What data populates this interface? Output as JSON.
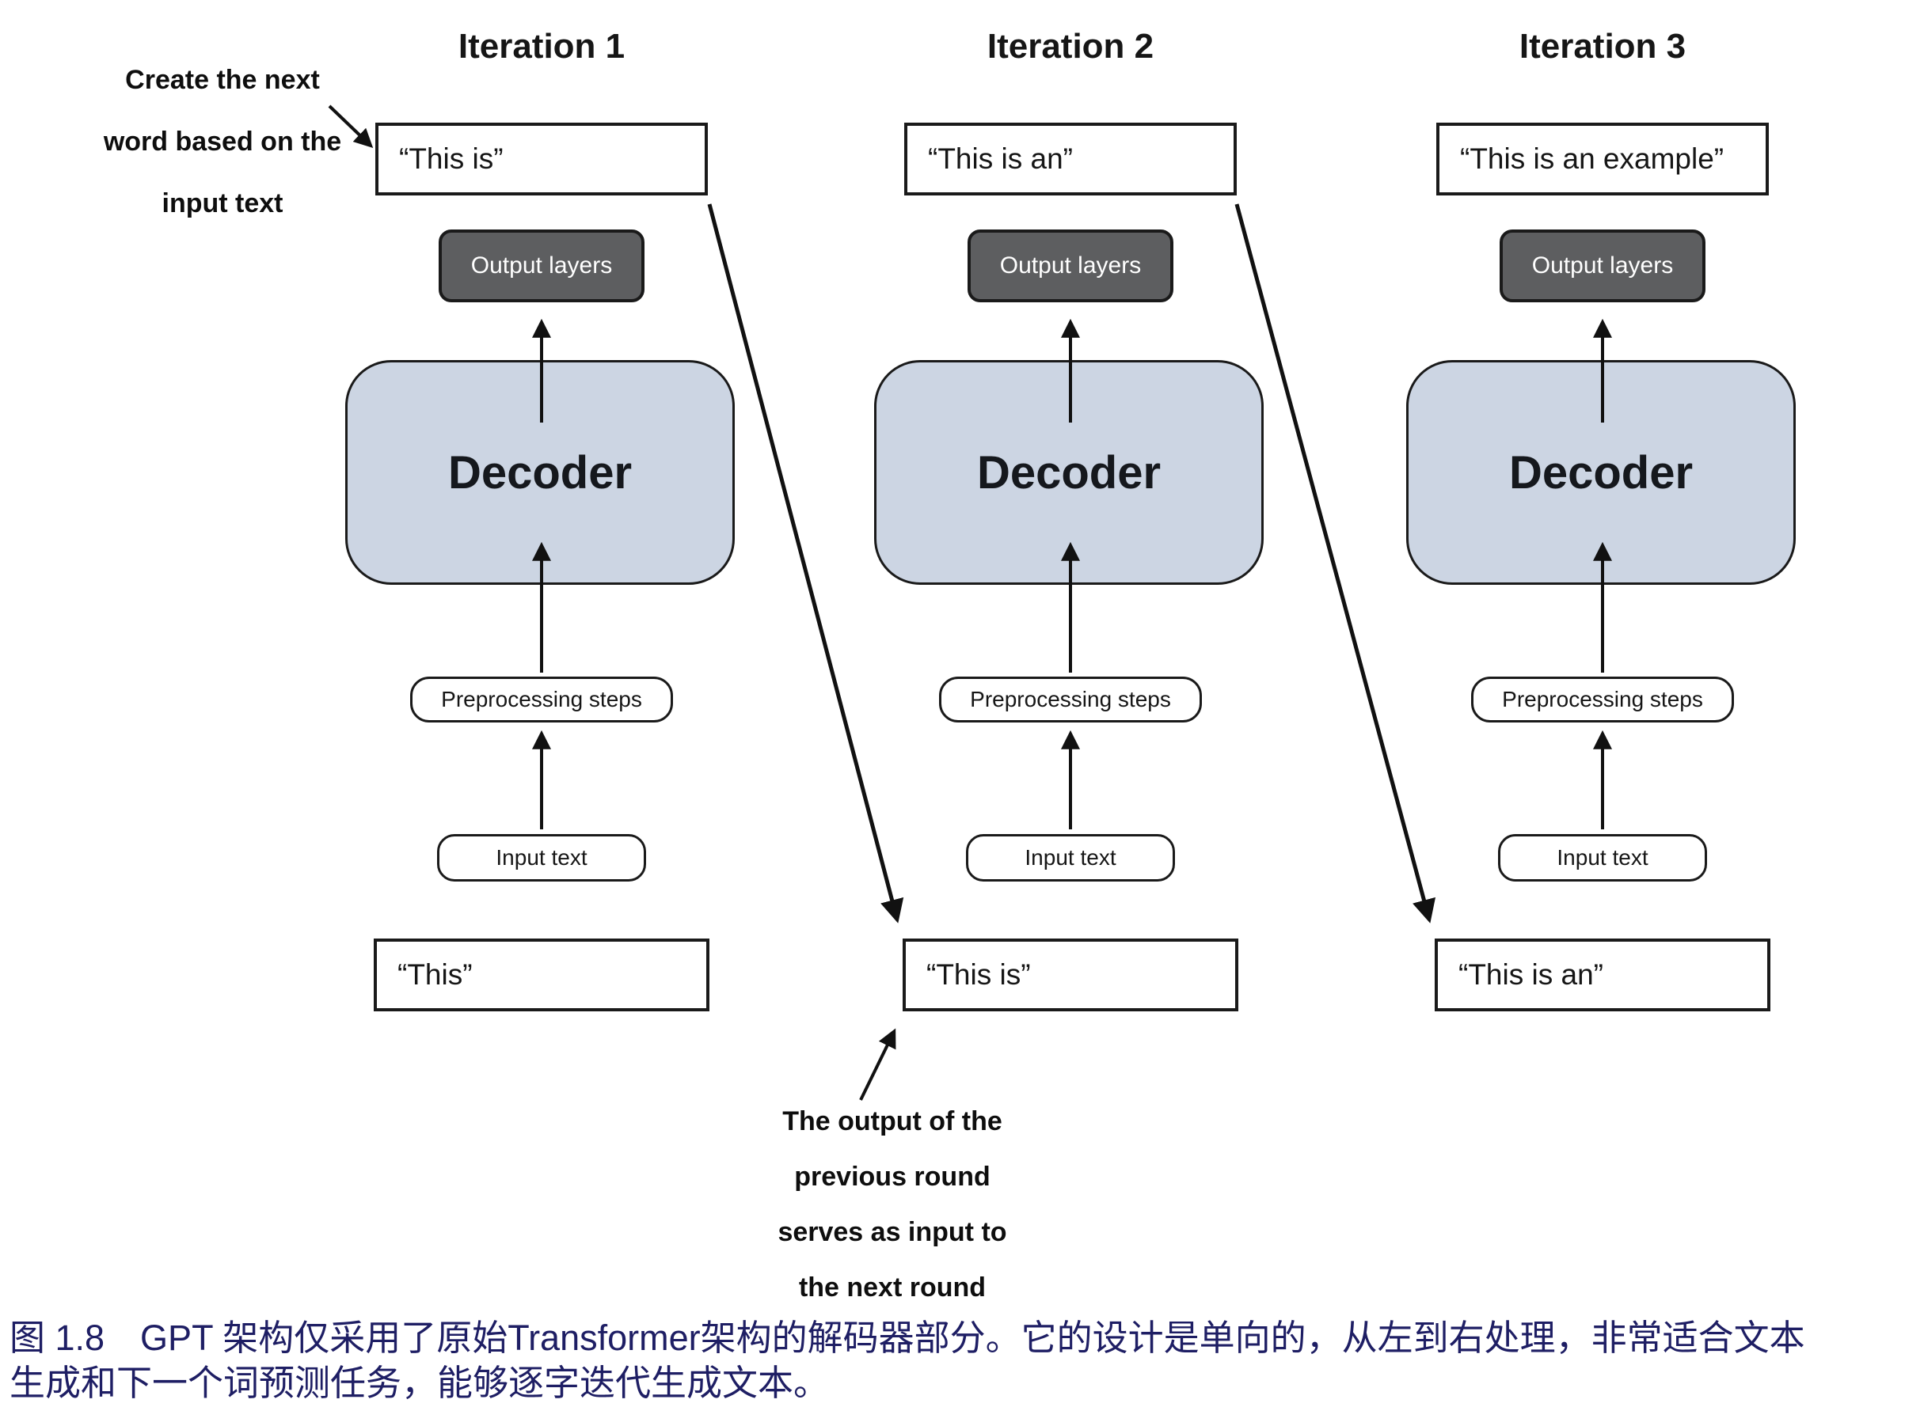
{
  "figure": {
    "annotations": {
      "top_left": {
        "lines": [
          "Create the next",
          "word based on the",
          "input text"
        ]
      },
      "bottom": {
        "lines": [
          "The output of the",
          "previous round",
          "serves as input to",
          "the next round"
        ]
      }
    },
    "iterations": [
      {
        "title": "Iteration 1",
        "output_text": "“This is”",
        "output_layers": "Output layers",
        "decoder": "Decoder",
        "preprocessing": "Preprocessing steps",
        "input_label": "Input text",
        "input_text": "“This”"
      },
      {
        "title": "Iteration 2",
        "output_text": "“This is an”",
        "output_layers": "Output layers",
        "decoder": "Decoder",
        "preprocessing": "Preprocessing steps",
        "input_label": "Input text",
        "input_text": "“This is”"
      },
      {
        "title": "Iteration 3",
        "output_text": "“This is an example”",
        "output_layers": "Output layers",
        "decoder": "Decoder",
        "preprocessing": "Preprocessing steps",
        "input_label": "Input text",
        "input_text": "“This is an”"
      }
    ],
    "caption": {
      "lines": [
        "图 1.8　GPT 架构仅采用了原始Transformer架构的解码器部分。它的设计是单向的，从左到右处理，非常适合文本",
        "生成和下一个词预测任务，能够逐字迭代生成文本。"
      ]
    },
    "colors": {
      "decoder_fill": "#ccd5e3",
      "output_layers_fill": "#5d5e60",
      "caption_text": "#1e1e64",
      "line_color": "#111111"
    }
  }
}
